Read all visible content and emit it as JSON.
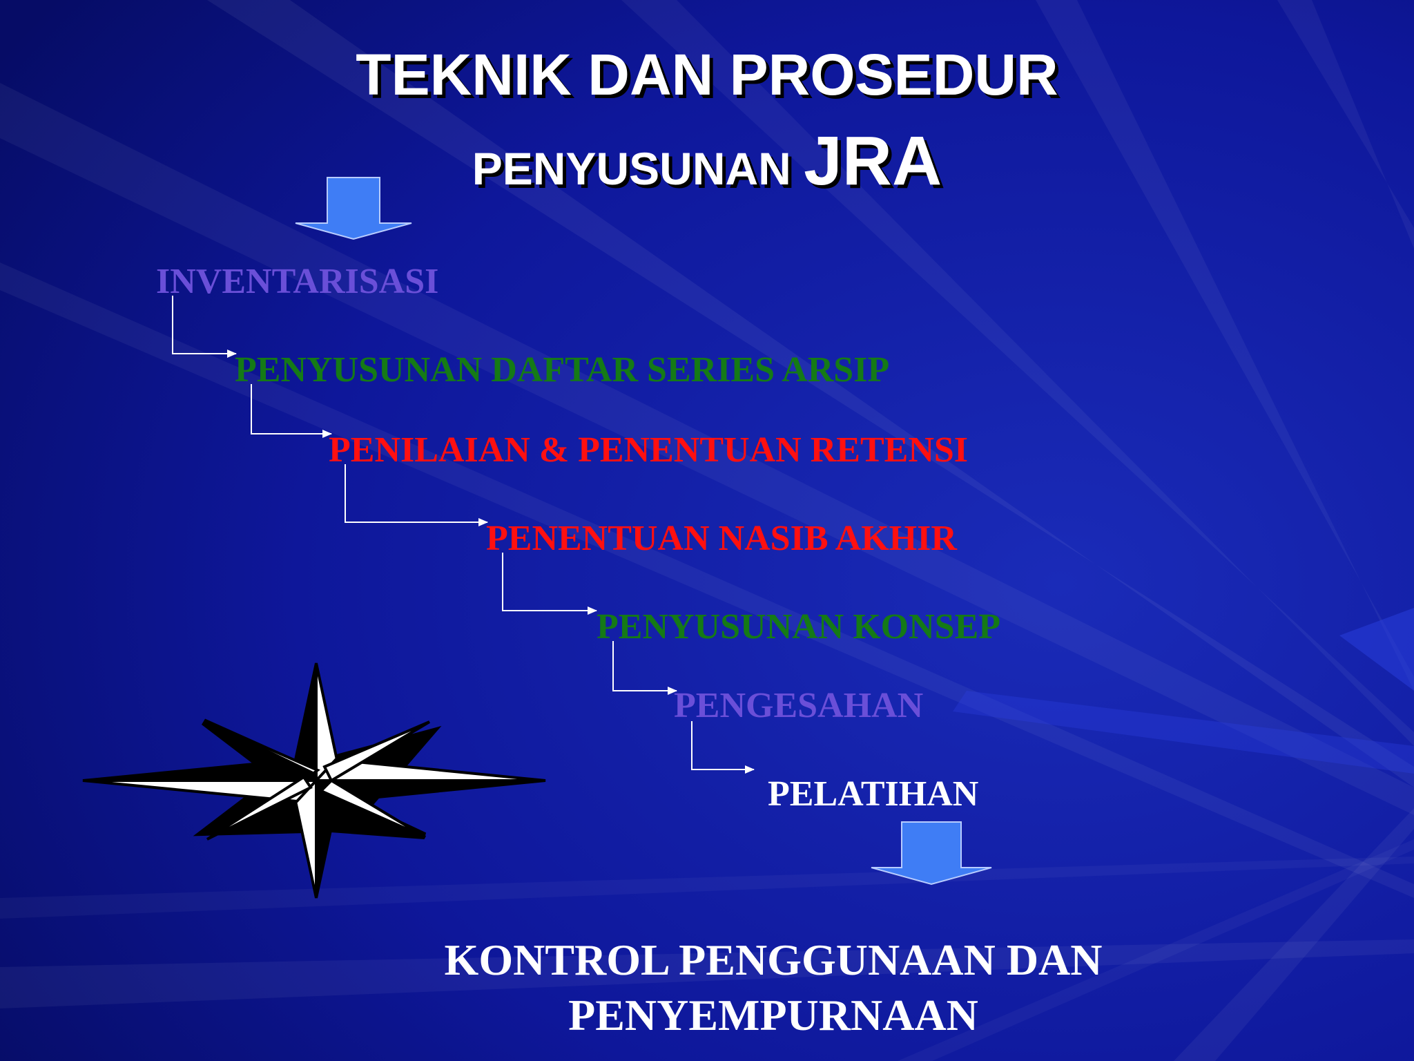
{
  "slide": {
    "title_line1": "TEKNIK DAN PROSEDUR",
    "title_line2": "PENYUSUNAN",
    "title_line2_emphasis": "JRA",
    "steps": [
      {
        "label": "INVENTARISASI",
        "color": "#6a4fd8"
      },
      {
        "label": "PENYUSUNAN DAFTAR SERIES ARSIP",
        "color": "#157a16"
      },
      {
        "label": "PENILAIAN & PENENTUAN RETENSI",
        "color": "#ff1010"
      },
      {
        "label": "PENENTUAN NASIB AKHIR",
        "color": "#ff1010"
      },
      {
        "label": "PENYUSUNAN KONSEP",
        "color": "#157a16"
      },
      {
        "label": "PENGESAHAN",
        "color": "#6a4fd8"
      },
      {
        "label": "PELATIHAN",
        "color": "#ffffff"
      }
    ],
    "final_line1": "KONTROL PENGGUNAAN DAN",
    "final_line2": "PENYEMPURNAAN",
    "colors": {
      "background": "#0a0f7a",
      "block_arrow": "#3f7df5",
      "connector": "#ffffff"
    },
    "icons": [
      "down-arrow-icon",
      "compass-star-icon"
    ]
  }
}
